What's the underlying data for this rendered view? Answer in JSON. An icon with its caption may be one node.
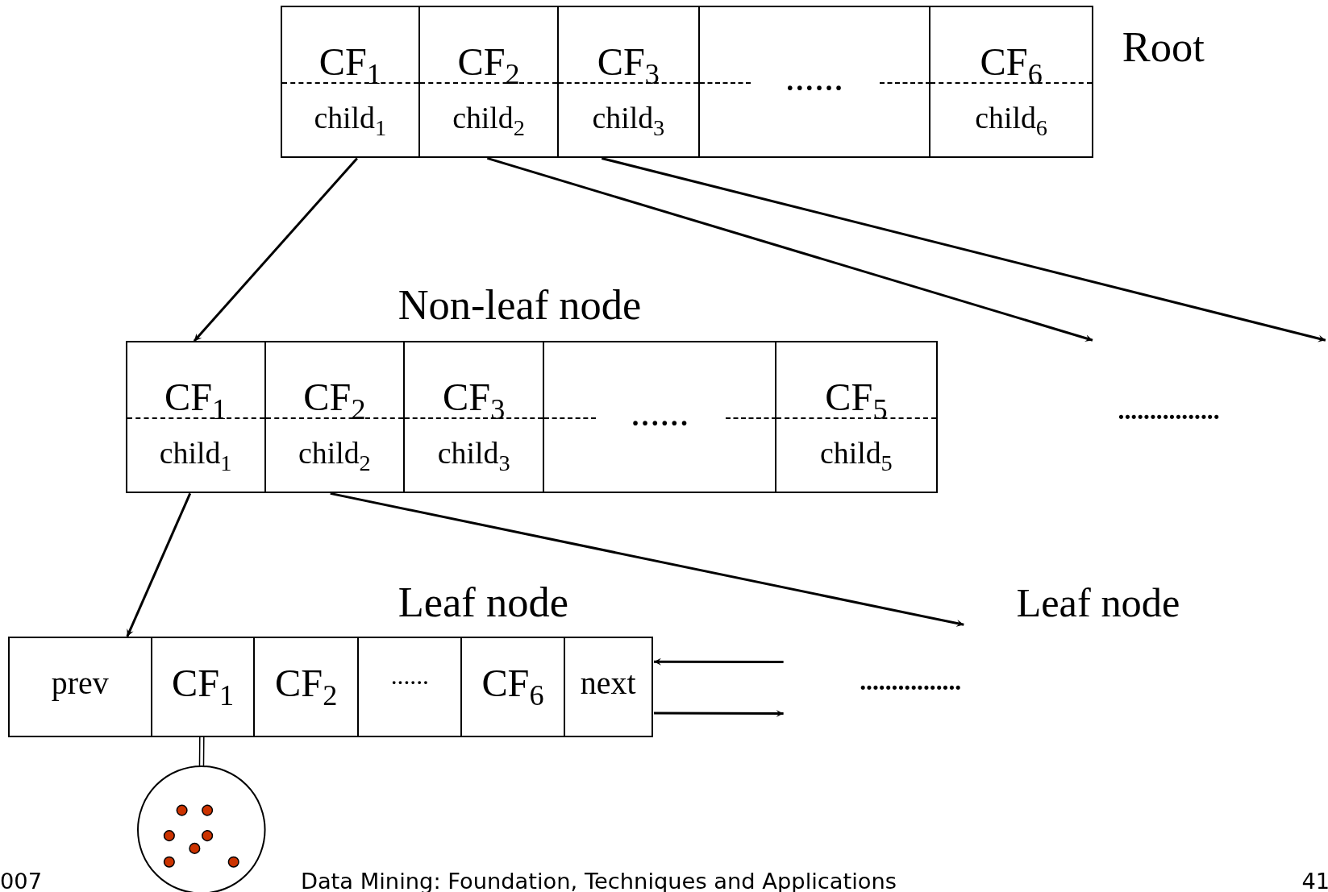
{
  "diagram": {
    "nodes": [
      {
        "text": [
          "CF$_{1}$",
          "child$_{1}$"
        ]
      },
      {
        "text": [
          "CF$_{2}$",
          "child$_{2}$"
        ]
      },
      {
        "text": [
          "CF$_{3}$",
          "child$_{3}$"
        ]
      },
      {
        "text": [
          "......"
        ]
      },
      {
        "text": [
          "CF$_{6}$",
          "child$_{6}$"
        ]
      },
      {
        "text": [
          "CF$_{1}$",
          "child$_{1}$"
        ]
      },
      {
        "text": [
          "CF$_{2}$",
          "child$_{2}$"
        ]
      },
      {
        "text": [
          "CF$_{3}$",
          "child$_{3}$"
        ]
      },
      {
        "text": [
          "......"
        ]
      },
      {
        "text": [
          "CF$_{5}$",
          "child$_{5}$"
        ]
      },
      {
        "text": [
          "prev"
        ]
      },
      {
        "text": [
          "CF$_{1}$"
        ]
      },
      {
        "text": [
          "CF$_{2}$"
        ]
      },
      {
        "text": [
          "......"
        ]
      },
      {
        "text": [
          "CF$_{6}$"
        ]
      },
      {
        "text": [
          "next"
        ]
      },
      {
        "text": [
          "Leaf node"
        ]
      },
      {
        "text": [],
        "shape": "circle"
      }
    ],
    "edges": [
      {
        "from": 0,
        "to": 5,
        "arrow": "to"
      },
      {
        "from": 1,
        "to": null,
        "arrow": "to"
      },
      {
        "from": 2,
        "to": null,
        "arrow": "to"
      },
      {
        "from": 5,
        "to": 10,
        "arrow": "to"
      },
      {
        "from": 6,
        "to": 16,
        "arrow": "to"
      },
      {
        "from": null,
        "to": 15,
        "arrow": "to"
      },
      {
        "from": 15,
        "to": null,
        "arrow": "to"
      },
      {
        "from": 11,
        "to": 17,
        "arrow": "none"
      }
    ],
    "labels": [
      "Root",
      "Non-leaf node",
      "................",
      "Leaf node",
      "................",
      "007",
      "Data Mining: Foundation, Techniques and Applications",
      "41"
    ]
  }
}
